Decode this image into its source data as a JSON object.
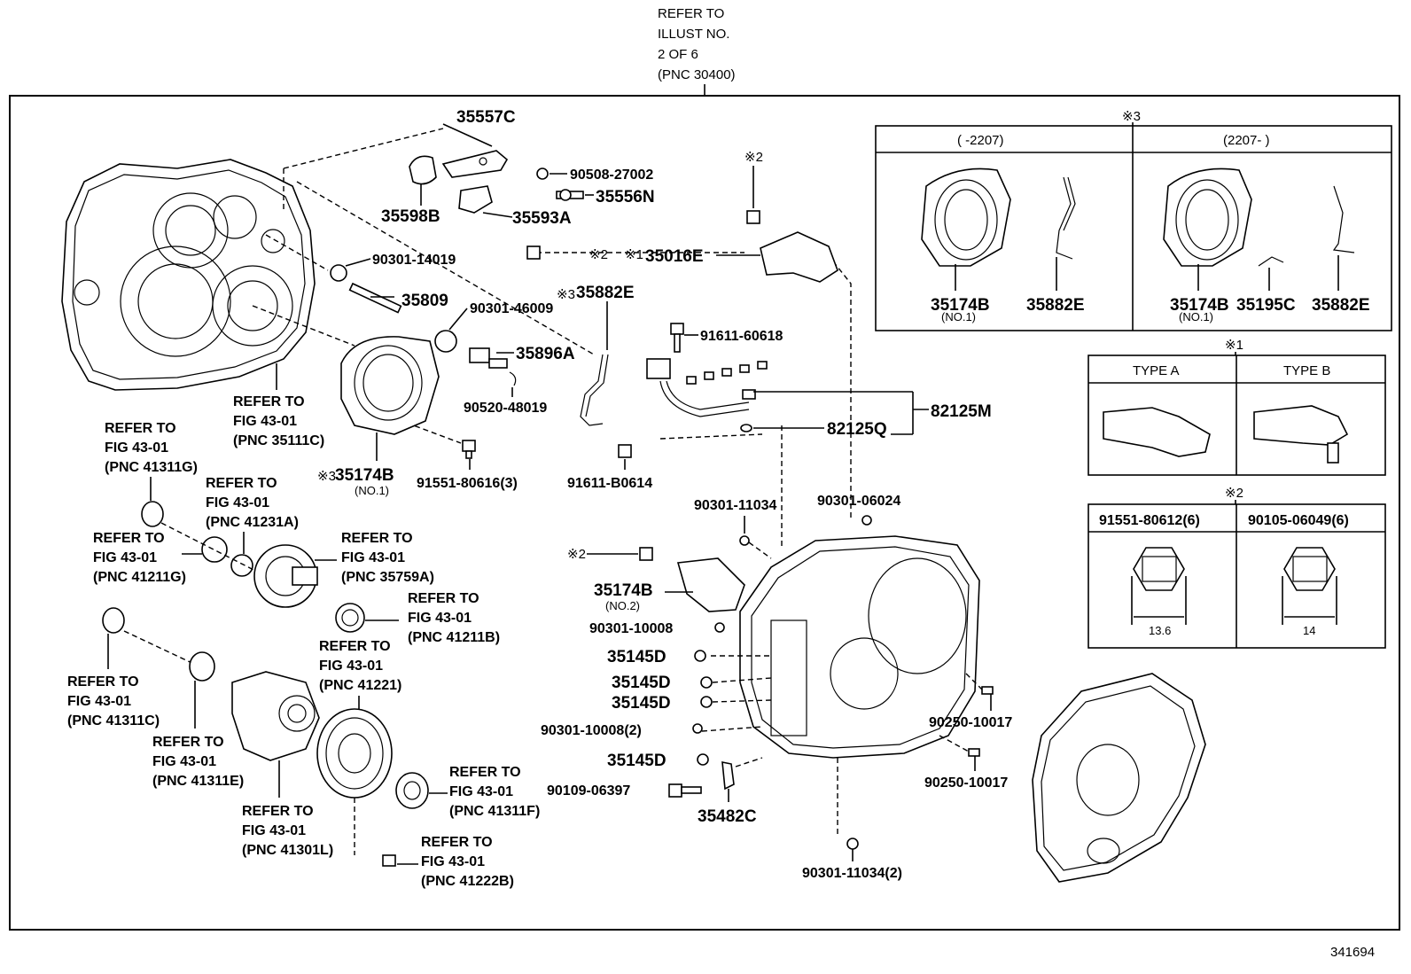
{
  "top_ref": [
    "REFER TO",
    "ILLUST NO.",
    "2 OF 6",
    "(PNC 30400)"
  ],
  "illustration_number": "341694",
  "labels": {
    "p35557C": "35557C",
    "p90508": "90508-27002",
    "p35556N": "35556N",
    "p35598B": "35598B",
    "p35593A": "35593A",
    "m2a": "※2",
    "m1": "※1",
    "p35016E": "35016E",
    "m2top": "※2",
    "p90301_14019": "90301-14019",
    "p35809": "35809",
    "m3a": "※3",
    "p35882E": "35882E",
    "p90301_46009": "90301-46009",
    "p35896A": "35896A",
    "p90520": "90520-48019",
    "p91611_60618": "91611-60618",
    "p82125M": "82125M",
    "p82125Q": "82125Q",
    "ref35111C": [
      "REFER TO",
      "FIG 43-01",
      "(PNC 35111C)"
    ],
    "m3b": "※3",
    "p35174B": "35174B",
    "no1": "(NO.1)",
    "p91551_80616": "91551-80616(3)",
    "p91611_B0614": "91611-B0614",
    "ref41311G": [
      "REFER TO",
      "FIG 43-01",
      "(PNC 41311G)"
    ],
    "ref41231A": [
      "REFER TO",
      "FIG 43-01",
      "(PNC 41231A)"
    ],
    "ref41211G": [
      "REFER TO",
      "FIG 43-01",
      "(PNC 41211G)"
    ],
    "ref35759A": [
      "REFER TO",
      "FIG 43-01",
      "(PNC 35759A)"
    ],
    "ref41211B": [
      "REFER TO",
      "FIG 43-01",
      "(PNC 41211B)"
    ],
    "ref41221": [
      "REFER TO",
      "FIG 43-01",
      "(PNC 41221)"
    ],
    "ref41311C": [
      "REFER TO",
      "FIG 43-01",
      "(PNC 41311C)"
    ],
    "ref41311E": [
      "REFER TO",
      "FIG 43-01",
      "(PNC 41311E)"
    ],
    "ref41311F": [
      "REFER TO",
      "FIG 43-01",
      "(PNC 41311F)"
    ],
    "ref41301L": [
      "REFER TO",
      "FIG 43-01",
      "(PNC 41301L)"
    ],
    "ref41222B": [
      "REFER TO",
      "FIG 43-01",
      "(PNC 41222B)"
    ],
    "p90301_11034": "90301-11034",
    "p90301_06024": "90301-06024",
    "m2b": "※2",
    "p35174B2": "35174B",
    "no2": "(NO.2)",
    "p90301_10008": "90301-10008",
    "p35145D_1": "35145D",
    "p35145D_2": "35145D",
    "p35145D_3": "35145D",
    "p90301_10008_2": "90301-10008(2)",
    "p35145D_4": "35145D",
    "p90109": "90109-06397",
    "p35482C": "35482C",
    "p90250_a": "90250-10017",
    "p90250_b": "90250-10017",
    "p90301_11034_2": "90301-11034(2)"
  },
  "table3": {
    "mark": "※3",
    "col1_header": "(        -2207)",
    "col2_header": "(2207-        )",
    "col1_parts": [
      "35174B",
      "35882E"
    ],
    "col1_note": "(NO.1)",
    "col2_parts": [
      "35174B",
      "35195C",
      "35882E"
    ],
    "col2_note": "(NO.1)"
  },
  "table1": {
    "mark": "※1",
    "type_a": "TYPE A",
    "type_b": "TYPE B"
  },
  "table2": {
    "mark": "※2",
    "col1": "91551-80612(6)",
    "col2": "90105-06049(6)",
    "dim1": "13.6",
    "dim2": "14"
  }
}
